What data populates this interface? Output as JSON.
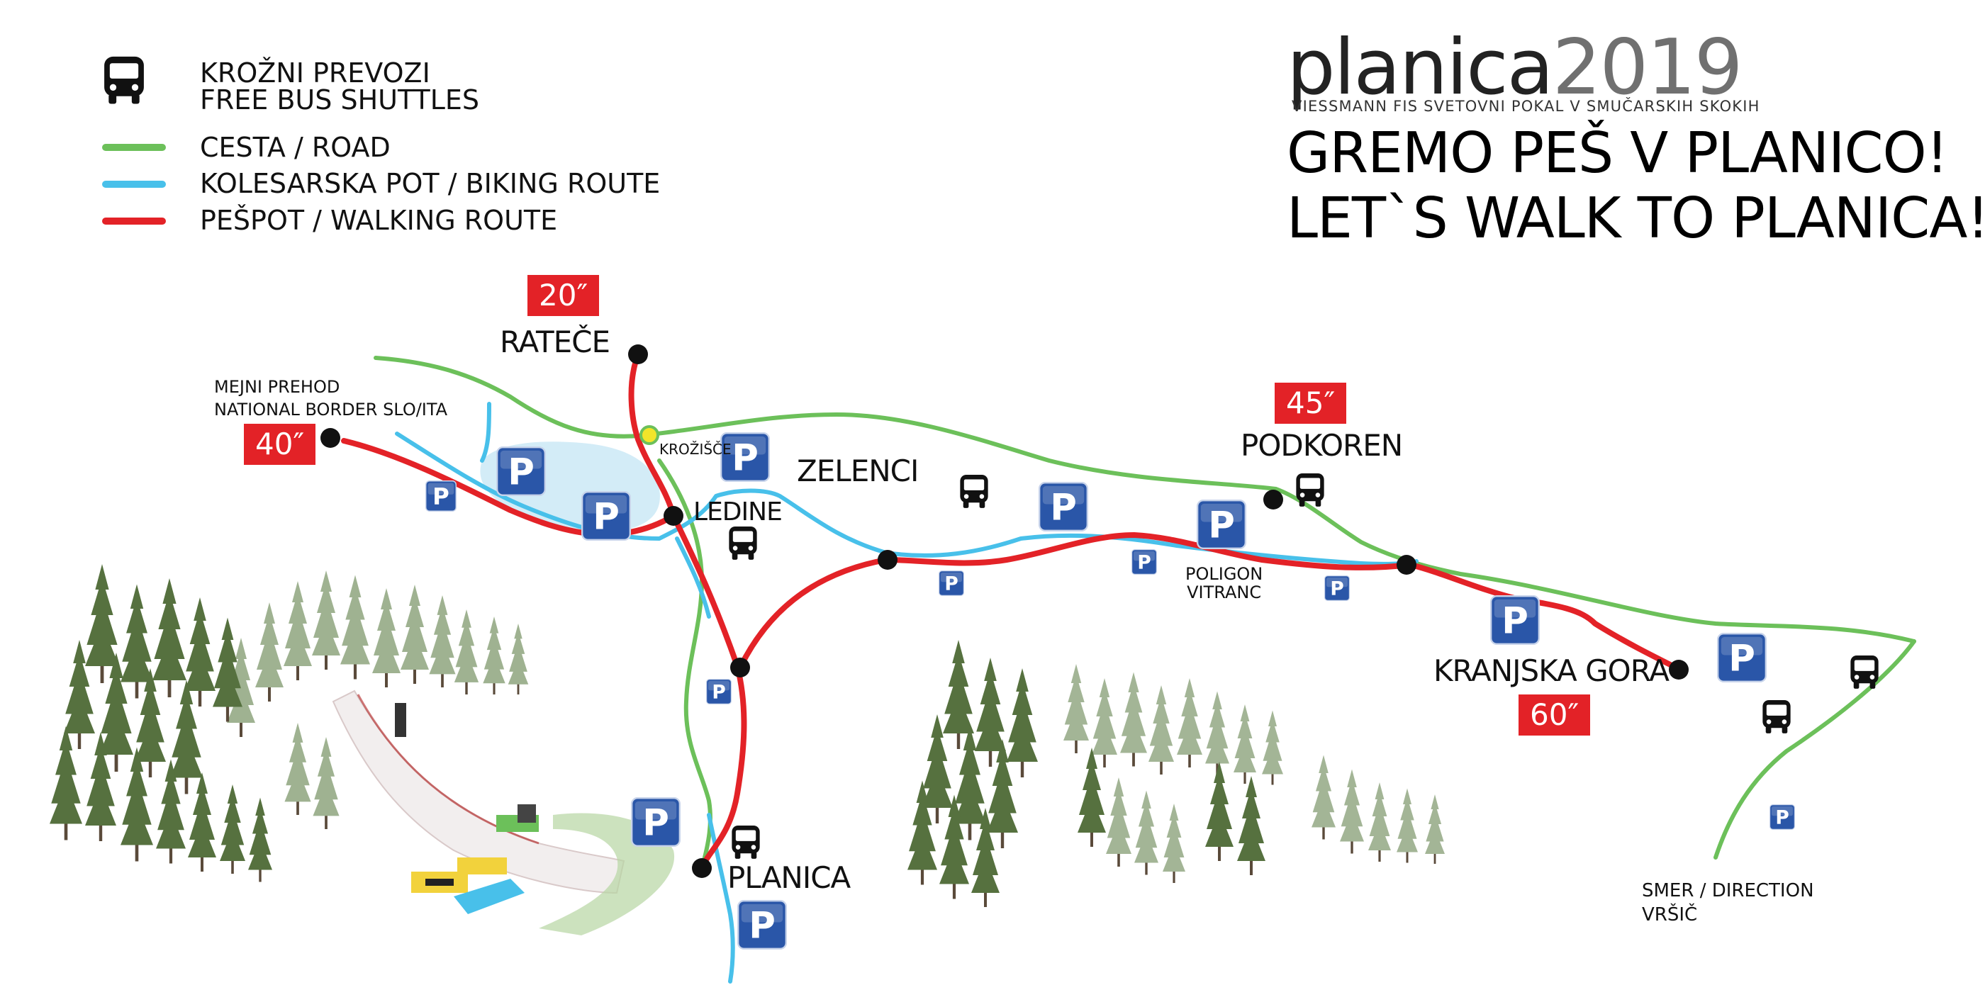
{
  "legend": {
    "bus_label_line1": "KROŽNI PREVOZI",
    "bus_label_line2": "FREE BUS SHUTTLES",
    "road_label": "CESTA / ROAD",
    "bike_label": "KOLESARSKA POT / BIKING ROUTE",
    "walk_label": "PEŠPOT / WALKING ROUTE"
  },
  "brand": {
    "name": "planica",
    "year": "2019",
    "subtitle": "VIESSMANN FIS SVETOVNI POKAL V SMUČARSKIH SKOKIH"
  },
  "headline": {
    "line1": "GREMO PEŠ V PLANICO!",
    "line2": "LET`S WALK TO PLANICA!"
  },
  "places": {
    "ratece": "RATEČE",
    "border_line1": "MEJNI PREHOD",
    "border_line2": "NATIONAL BORDER SLO/ITA",
    "krozisce": "KROŽIŠČE",
    "zelenci": "ZELENCI",
    "ledine": "LEDINE",
    "podkoren": "PODKOREN",
    "poligon_line1": "POLIGON",
    "poligon_line2": "VITRANC",
    "kranjska_gora": "KRANJSKA GORA",
    "planica": "PLANICA",
    "direction_line1": "SMER / DIRECTION",
    "direction_line2": "VRŠIČ"
  },
  "walk_times": {
    "ratece": "20″",
    "border": "40″",
    "podkoren": "45″",
    "kranjska_gora": "60″"
  },
  "parking_label": "P",
  "colors": {
    "road": "#6cc05a",
    "bike": "#48c0ea",
    "walk": "#e32227",
    "badge": "#e32227",
    "tree_dark": "#4e6b3a",
    "tree_light": "#9aaf8a",
    "lake": "#d3ecf7",
    "parking": "#2a56a8"
  },
  "icons": {
    "bus": "bus-icon",
    "parking": "parking-icon",
    "stop": "stop-dot-icon"
  }
}
